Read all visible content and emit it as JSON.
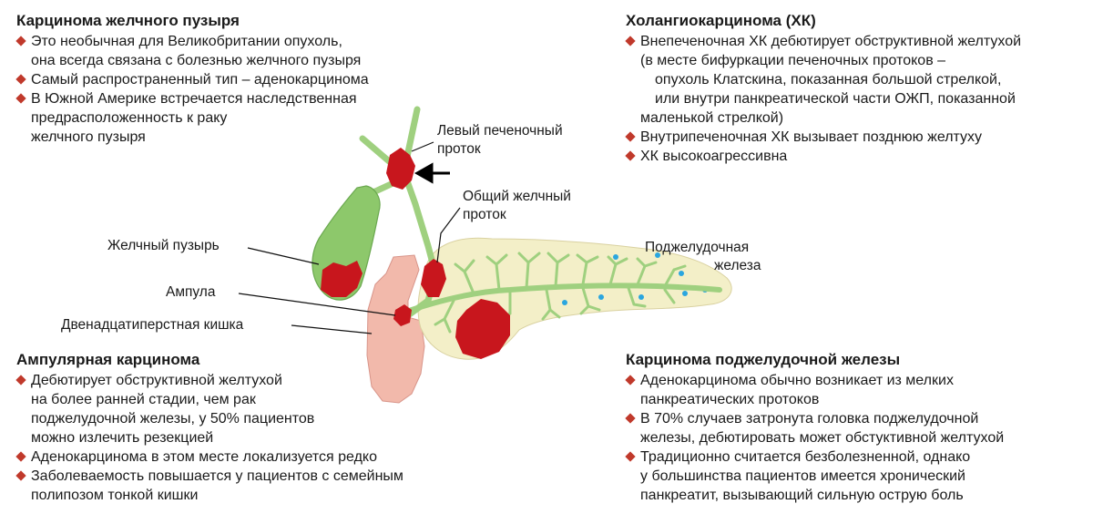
{
  "gallbladder_carcinoma": {
    "title": "Карцинома желчного пузыря",
    "bullets": [
      [
        "Это необычная для Великобритании опухоль,",
        "она всегда связана с болезнью желчного пузыря"
      ],
      [
        "Самый распространенный тип – аденокарцинома"
      ],
      [
        "В Южной Америке встречается наследственная",
        "предрасположенность к раку",
        "желчного пузыря"
      ]
    ]
  },
  "cholangiocarcinoma": {
    "title": "Холангиокарцинома (ХК)",
    "bullets": [
      [
        "Внепеченочная ХК дебютирует обструктивной желтухой",
        "(в месте бифуркации печеночных протоков –",
        "опухоль Клатскина, показанная большой стрелкой,",
        "или внутри панкреатической части ОЖП, показанной",
        "маленькой стрелкой)"
      ],
      [
        "Внутрипеченочная ХК вызывает позднюю желтуху"
      ],
      [
        "ХК высокоагрессивна"
      ]
    ]
  },
  "ampullary_carcinoma": {
    "title": "Ампулярная карцинома",
    "bullets": [
      [
        "Дебютирует обструктивной желтухой",
        "на более ранней стадии, чем рак",
        "поджелудочной железы, у 50% пациентов",
        "можно излечить резекцией"
      ],
      [
        "Аденокарцинома в этом месте локализуется редко"
      ],
      [
        "Заболеваемость повышается у пациентов с семейным",
        "полипозом тонкой кишки"
      ]
    ]
  },
  "pancreatic_carcinoma": {
    "title": "Карцинома поджелудочной железы",
    "bullets": [
      [
        "Аденокарцинома обычно возникает из мелких",
        "панкреатических протоков"
      ],
      [
        "В 70% случаев затронута головка поджелудочной",
        "железы, дебютировать может обстуктивной желтухой"
      ],
      [
        "Традиционно считается безболезненной, однако",
        "у большинства пациентов имеется хронический",
        "панкреатит, вызывающий сильную острую боль"
      ]
    ]
  },
  "labels": {
    "left_hepatic_duct": [
      "Левый печеночный",
      "проток"
    ],
    "common_bile_duct": [
      "Общий желчный",
      "проток"
    ],
    "pancreas": [
      "Поджелудочная",
      "железа"
    ],
    "gallbladder": "Желчный пузырь",
    "ampulla": "Ампула",
    "duodenum": "Двенадцатиперстная кишка"
  },
  "colors": {
    "bullet": "#c0392b",
    "tumor": "#c8161d",
    "duct": "#9fd07f",
    "gallbladder": "#8dc86b",
    "pancreas": "#f3efc8",
    "duodenum": "#f2b9ab",
    "islet": "#2aa6df"
  },
  "icons": [
    "diamond-bullet-icon",
    "arrow-icon"
  ]
}
